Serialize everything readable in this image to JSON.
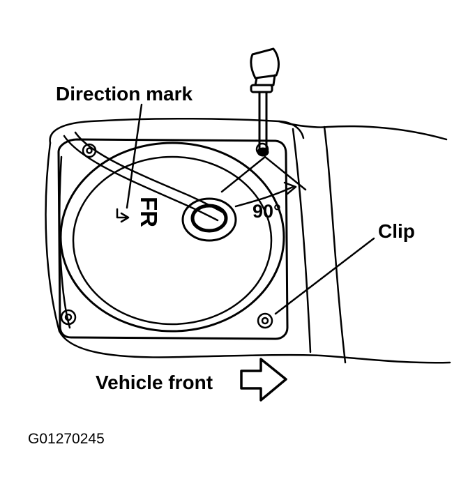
{
  "labels": {
    "direction_mark": "Direction mark",
    "angle": "90°",
    "clip": "Clip",
    "vehicle_front": "Vehicle front",
    "figure_code": "G01270245",
    "cap_marking": "FR"
  },
  "colors": {
    "ink": "#000000",
    "background": "#ffffff"
  }
}
